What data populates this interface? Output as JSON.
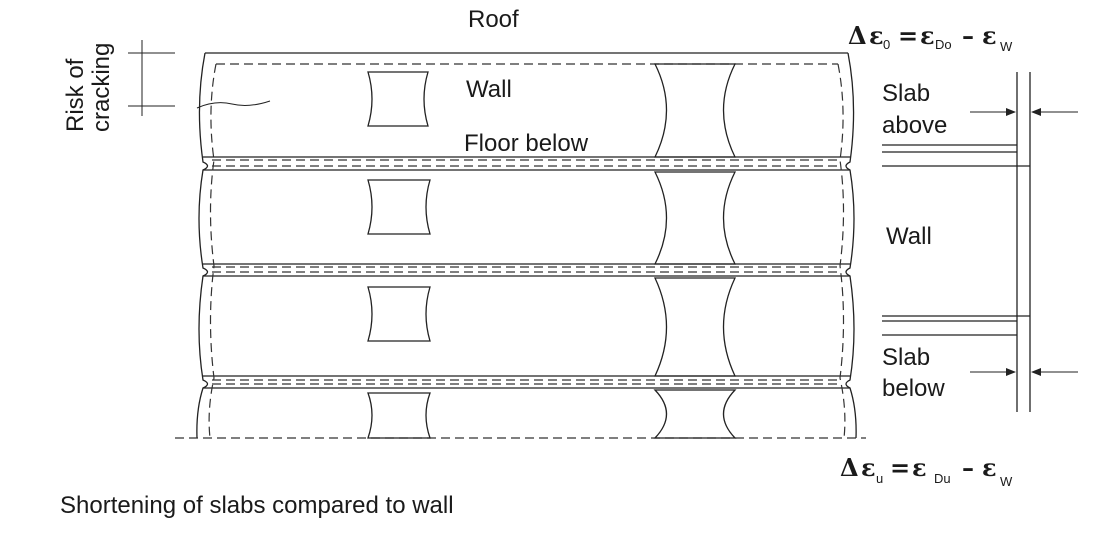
{
  "labels": {
    "roof": "Roof",
    "wall_center": "Wall",
    "floor_below": "Floor below",
    "risk_of": "Risk of",
    "cracking": "cracking",
    "slab_above_1": "Slab",
    "slab_above_2": "above",
    "wall_right": "Wall",
    "slab_below_1": "Slab",
    "slab_below_2": "below",
    "caption": "Shortening of slabs compared to wall"
  },
  "formula_top": {
    "delta": "Δ",
    "eps0": "ε",
    "sub0": "0",
    "equals": "=",
    "epsD": "ε",
    "subD": "Do",
    "minus": "–",
    "epsW": "ε",
    "subW": "W"
  },
  "formula_bottom": {
    "delta": "Δ",
    "epsu": "ε",
    "subu": "u",
    "equals": "=",
    "epsD": "ε",
    "subD": "Du",
    "minus": "–",
    "epsW": "ε",
    "subW": "W"
  }
}
